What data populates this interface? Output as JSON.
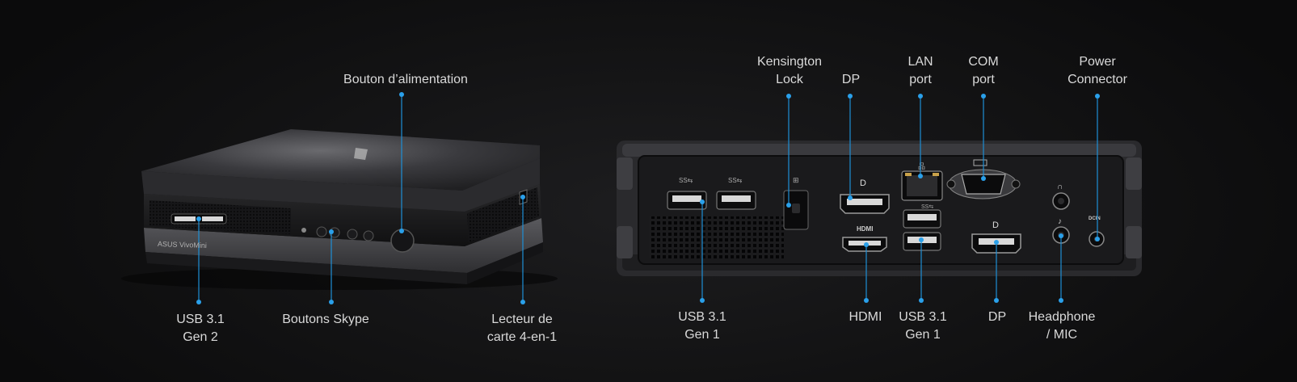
{
  "front": {
    "power_button": "Bouton d’alimentation",
    "usb_gen2": [
      "USB 3.1",
      "Gen 2"
    ],
    "skype_buttons": "Boutons Skype",
    "card_reader": [
      "Lecteur de",
      "carte 4-en-1"
    ],
    "brand_text": "ASUS VivoMini"
  },
  "rear": {
    "kensington": [
      "Kensington",
      "Lock"
    ],
    "dp_top": "DP",
    "lan": [
      "LAN",
      "port"
    ],
    "com": [
      "COM",
      "port"
    ],
    "power_connector": [
      "Power",
      "Connector"
    ],
    "usb_gen1_left": [
      "USB 3.1",
      "Gen 1"
    ],
    "hdmi": "HDMI",
    "usb_gen1_right": [
      "USB 3.1",
      "Gen 1"
    ],
    "dp_bottom": "DP",
    "headphone_mic": [
      "Headphone",
      "/ MIC"
    ],
    "port_hdmi_text": "HDMI",
    "port_dcin_text": "DCIN"
  },
  "colors": {
    "accent": "#1e8fd6",
    "label_text": "#d9d9d9",
    "background": "#121213"
  }
}
